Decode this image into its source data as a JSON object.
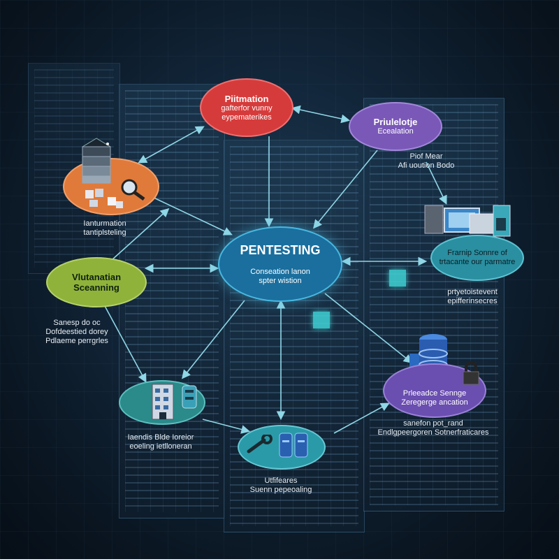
{
  "hub": {
    "title": "PENTESTING",
    "line1": "Conseation lanon",
    "line2": "spter wistion"
  },
  "nodes": {
    "information": {
      "line1": "Piitmation",
      "line2": "gafterfor vunny",
      "line3": "eypematerikes",
      "color": "#d63b3b"
    },
    "privilege": {
      "line1": "Priulelotje",
      "line2": "Ecealation",
      "color": "#7a58b8"
    },
    "privilege_caption": {
      "line1": "Piof Mear",
      "line2": "Afi uoution Bodo"
    },
    "targeting": {
      "caption1": "Ianturmation",
      "caption2": "tantiplsteling",
      "color": "#e07a3a"
    },
    "vulnerability": {
      "line1": "Vlutanatian",
      "line2": "Sceanning",
      "color": "#8fb33a",
      "caption1": "Sanesp do oc",
      "caption2": "Dofdeestied dorey",
      "caption3": "Pdlaeme perrgrles"
    },
    "reporting": {
      "line1": "Frarnip Sonnre of",
      "line2": "trtacante our parmatre",
      "caption1": "prtyetoistevent",
      "caption2": "epifferinsecres",
      "color": "#2a8fa0"
    },
    "database": {
      "line1": "Prleeadce Sennge",
      "line2": "Zeregerge ancation",
      "caption1": "sanefon pot_rand",
      "caption2": "Endlgpeergoren Sotnerfraticares",
      "color": "#6a4eb0"
    },
    "building": {
      "caption1": "Iaendis Blde Ioreior",
      "caption2": "eoeling ietlloneran",
      "color": "#2b8a8a"
    },
    "utilities": {
      "caption1": "Utfifeares",
      "caption2": "Suenn pepeoaling",
      "color": "#2a9aa8"
    }
  },
  "colors": {
    "link": "#8fd6e6",
    "hub": "#1a6f9e",
    "hub_border": "#48b8e0"
  },
  "icons": [
    "server-stack-icon",
    "magnifier-icon",
    "computer-monitor-icon",
    "database-icon",
    "lock-icon",
    "building-icon",
    "wrench-icon",
    "cylinder-icon"
  ]
}
